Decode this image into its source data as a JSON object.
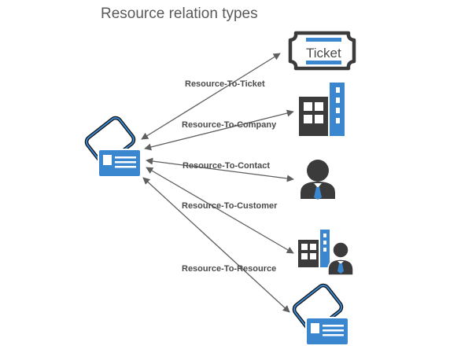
{
  "diagram": {
    "title": "Resource relation types",
    "ticket_icon_text": "Ticket",
    "relations": [
      {
        "label": "Resource-To-Ticket",
        "target_icon": "ticket-icon"
      },
      {
        "label": "Resource-To-Company",
        "target_icon": "company-building-icon"
      },
      {
        "label": "Resource-To-Contact",
        "target_icon": "contact-person-icon"
      },
      {
        "label": "Resource-To-Customer",
        "target_icon": "customer-icon"
      },
      {
        "label": "Resource-To-Resource",
        "target_icon": "resource-card-icon"
      }
    ],
    "source_icon": "resource-card-icon",
    "colors": {
      "accent_blue": "#3a87cf",
      "dark_icon": "#3b3b3b",
      "arrow": "#5f5f5f",
      "title": "#5a5a5a",
      "label": "#4a4a4a"
    }
  }
}
